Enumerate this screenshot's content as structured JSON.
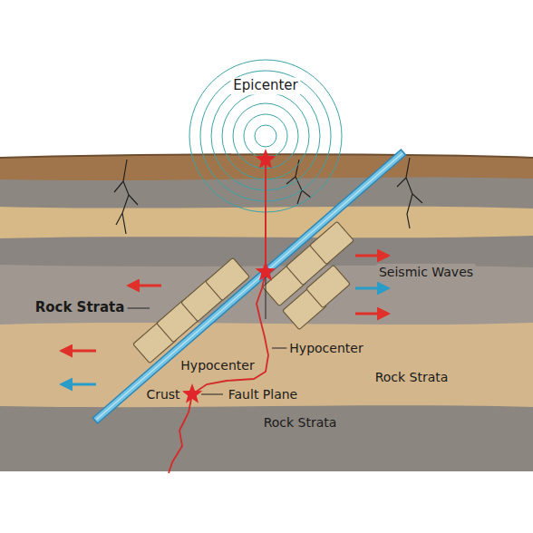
{
  "diagram": {
    "labels": [
      "Epicenter",
      "Seismic Waves",
      "Rock Strata",
      "Hypocenter",
      "Hypocenter",
      "Crust",
      "Fault Plane",
      "Rock Strata",
      "Rock Strata"
    ]
  }
}
